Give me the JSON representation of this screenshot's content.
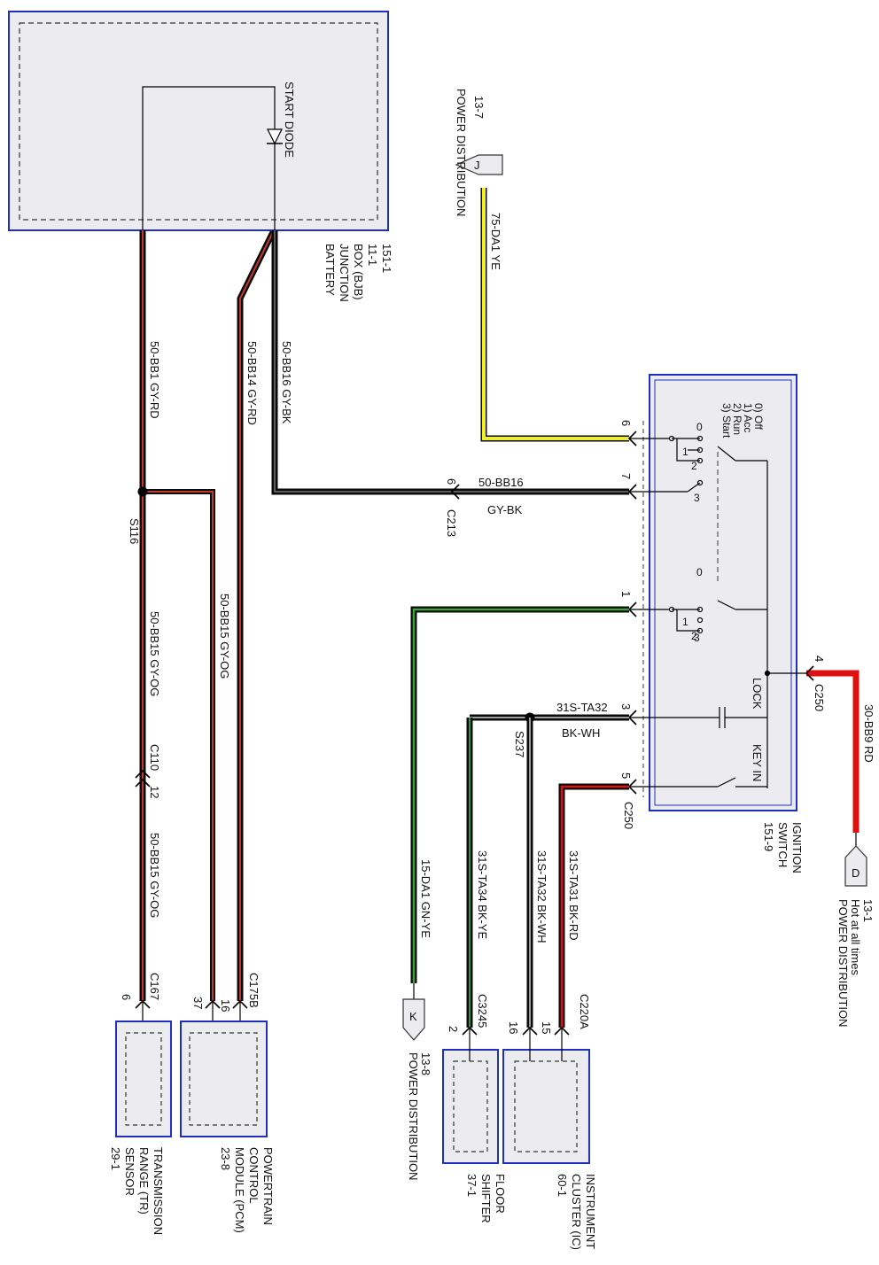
{
  "colors": {
    "component_fill": "#ececf0",
    "component_border": "#1f2fbf",
    "wire_black": "#0a0a0a",
    "wire_gray_red_stripe": "#c0392b",
    "wire_yellow": "#f2ef22",
    "wire_green": "#3aa43a",
    "wire_red": "#e01010"
  },
  "components": {
    "bjb_label": [
      "BATTERY",
      "JUNCTION",
      "BOX (BJB)",
      "11-1",
      "151-1"
    ],
    "start_diode": "START DIODE",
    "ignition_switch_label": [
      "IGNITION",
      "SWITCH",
      "151-9"
    ],
    "switch_positions": [
      "0) Off",
      "1) Acc",
      "2) Run",
      "3) Start"
    ],
    "lock": "LOCK",
    "key_in": "KEY IN",
    "tr_sensor_label": [
      "TRANSMISSION",
      "RANGE (TR)",
      "SENSOR",
      "29-1"
    ],
    "pcm_label": [
      "POWERTRAIN",
      "CONTROL",
      "MODULE (PCM)",
      "23-8"
    ],
    "floor_shifter_label": [
      "FLOOR",
      "SHIFTER",
      "37-1"
    ],
    "ic_label": [
      "INSTRUMENT",
      "CLUSTER (IC)",
      "60-1"
    ]
  },
  "power": {
    "j_letter": "J",
    "j_ref": "13-7",
    "j_label": "POWER DISTRIBUTION",
    "k_letter": "K",
    "k_ref": "13-8",
    "k_label": "POWER DISTRIBUTION",
    "d_letter": "D",
    "d_ref": "13-1",
    "d_sub": "Hot at all times",
    "d_label": "POWER DISTRIBUTION"
  },
  "wires": {
    "w1": "50-BB1   GY-RD",
    "w14": "50-BB14   GY-RD",
    "w16": "50-BB16   GY-BK",
    "w15a": "50-BB15   GY-OG",
    "w15b": "50-BB15   GY-OG",
    "w15c": "50-BB15   GY-OG",
    "w75": "75-DA1   YE",
    "bb16_h_id": "50-BB16",
    "bb16_h_color": "GY-BK",
    "ta32_h_id": "31S-TA32",
    "ta32_h_color": "BK-WH",
    "bb9": "30-BB9   RD",
    "da1_15": "15-DA1   GN-YE",
    "ta34": "31S-TA34   BK-YE",
    "ta32": "31S-TA32   BK-WH",
    "ta31": "31S-TA31   BK-RD"
  },
  "connectors": {
    "s116": "S116",
    "c110": "C110",
    "c110_pin": "12",
    "c167": "C167",
    "c167_pin": "6",
    "c175b": "C175B",
    "c175b_pin37": "37",
    "c175b_pin16": "16",
    "c213": "C213",
    "c213_pin": "6",
    "c250_top": "C250",
    "c250_pin4": "4",
    "c250_bottom": "C250",
    "s237": "S237",
    "c3245": "C3245",
    "c3245_pin": "2",
    "c220a": "C220A",
    "c220a_pin16": "16",
    "c220a_pin15": "15",
    "sw_pin6": "6",
    "sw_pin7": "7",
    "sw_pin1": "1",
    "sw_pin3": "3",
    "sw_pin5": "5",
    "pos0a": "0",
    "pos1a": "1",
    "pos2a": "2",
    "pos3a": "3",
    "pos0b": "0",
    "pos1b": "1",
    "pos2b": "2",
    "pos3b": "3"
  }
}
